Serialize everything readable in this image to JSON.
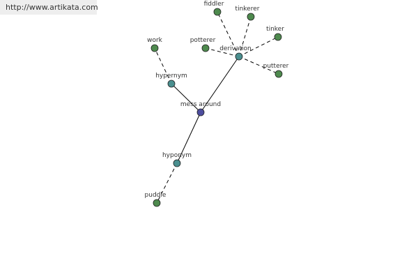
{
  "watermark": {
    "url": "http://www.artikata.com"
  },
  "colors": {
    "center": "#4d4d9e",
    "relation": "#4a8f8f",
    "leaf": "#4e8a4e",
    "edge": "#000000",
    "label": "#333333"
  },
  "graph": {
    "nodes": [
      {
        "id": "mess-around",
        "label": "mess around",
        "kind": "center"
      },
      {
        "id": "hypernym",
        "label": "hypernym",
        "kind": "relation"
      },
      {
        "id": "derivation",
        "label": "derivation",
        "kind": "relation"
      },
      {
        "id": "hyponym",
        "label": "hyponym",
        "kind": "relation"
      },
      {
        "id": "work",
        "label": "work",
        "kind": "leaf"
      },
      {
        "id": "fiddler",
        "label": "fiddler",
        "kind": "leaf"
      },
      {
        "id": "tinkerer",
        "label": "tinkerer",
        "kind": "leaf"
      },
      {
        "id": "tinker",
        "label": "tinker",
        "kind": "leaf"
      },
      {
        "id": "potterer",
        "label": "potterer",
        "kind": "leaf"
      },
      {
        "id": "putterer",
        "label": "putterer",
        "kind": "leaf"
      },
      {
        "id": "puddle",
        "label": "puddle",
        "kind": "leaf"
      }
    ],
    "edges": [
      {
        "from": "mess-around",
        "to": "hypernym",
        "style": "solid"
      },
      {
        "from": "mess-around",
        "to": "derivation",
        "style": "solid"
      },
      {
        "from": "mess-around",
        "to": "hyponym",
        "style": "solid"
      },
      {
        "from": "hypernym",
        "to": "work",
        "style": "dashed"
      },
      {
        "from": "derivation",
        "to": "fiddler",
        "style": "dashed"
      },
      {
        "from": "derivation",
        "to": "tinkerer",
        "style": "dashed"
      },
      {
        "from": "derivation",
        "to": "tinker",
        "style": "dashed"
      },
      {
        "from": "derivation",
        "to": "potterer",
        "style": "dashed"
      },
      {
        "from": "derivation",
        "to": "putterer",
        "style": "dashed"
      },
      {
        "from": "hyponym",
        "to": "puddle",
        "style": "dashed"
      }
    ]
  }
}
